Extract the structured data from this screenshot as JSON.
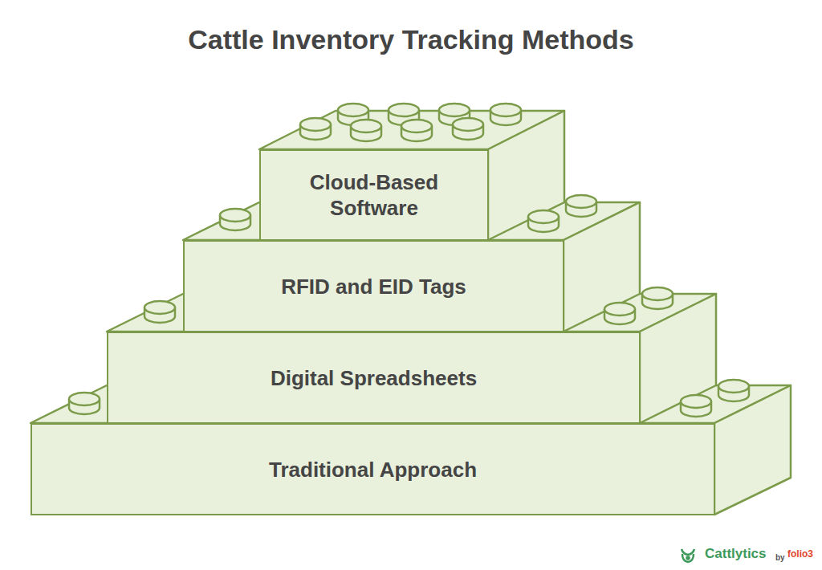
{
  "diagram": {
    "title": "Cattle Inventory Tracking Methods",
    "nodes": [
      {
        "text": [
          "Cloud-Based Software"
        ]
      },
      {
        "text": [
          "RFID and EID Tags"
        ]
      },
      {
        "text": [
          "Digital Spreadsheets"
        ]
      },
      {
        "text": [
          "Traditional Approach"
        ]
      }
    ],
    "labels": [
      "Cattlytics",
      "by",
      "folio3"
    ]
  }
}
